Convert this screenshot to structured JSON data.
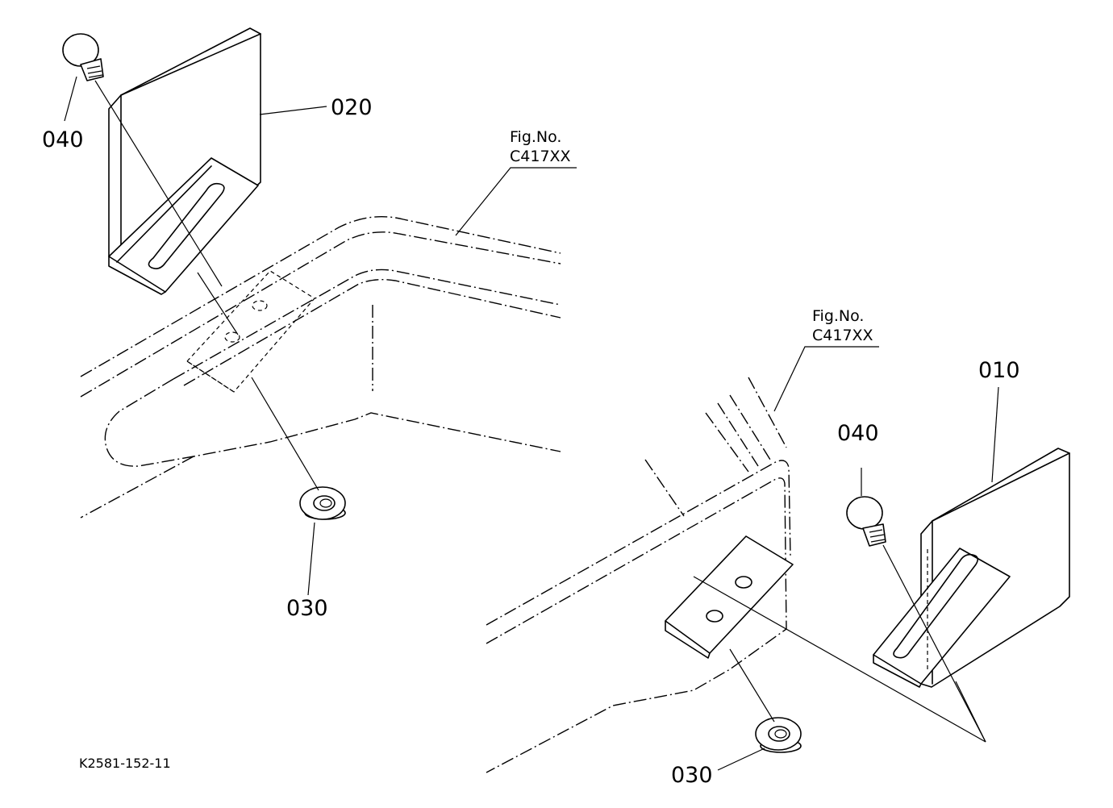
{
  "labels": {
    "part_020": "020",
    "part_040_left": "040",
    "part_030_left": "030",
    "part_010": "010",
    "part_040_right": "040",
    "part_030_right": "030"
  },
  "fig_refs": [
    {
      "line1": "Fig.No.",
      "line2": "C417XX"
    },
    {
      "line1": "Fig.No.",
      "line2": "C417XX"
    }
  ],
  "drawing_code": "K2581-152-11"
}
